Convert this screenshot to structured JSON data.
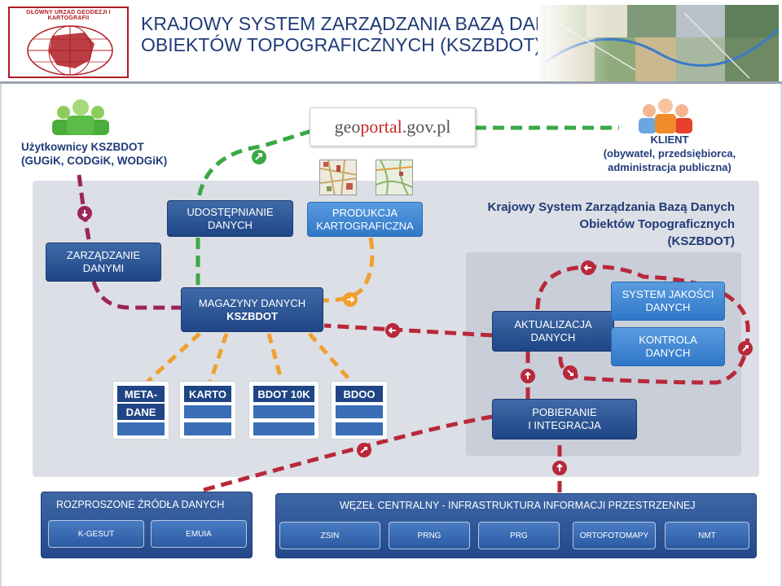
{
  "logo": {
    "text": "GŁÓWNY URZĄD GEODEZJI I KARTOGRAFII"
  },
  "header": {
    "title_line1": "KRAJOWY SYSTEM ZARZĄDZANIA BAZĄ DANYCH",
    "title_line2": "OBIEKTÓW TOPOGRAFICZNYCH (KSZBDOT)"
  },
  "users": {
    "line1": "Użytkownicy KSZBDOT",
    "line2": "(GUGiK, CODGiK, WODGiK)"
  },
  "client": {
    "line1": "KLIENT",
    "line2": "(obywatel, przedsiębiorca,",
    "line3": "administracja publiczna)"
  },
  "geoportal": {
    "prefix": "geo",
    "portal": "portal",
    "suffix": ".gov.pl"
  },
  "system_title": {
    "line1": "Krajowy System Zarządzania Bazą Danych",
    "line2": "Obiektów Topograficznych",
    "line3": "(KSZBDOT)"
  },
  "boxes": {
    "udostepnianie": {
      "line1": "UDOSTĘPNIANIE",
      "line2": "DANYCH"
    },
    "produkcja": {
      "line1": "PRODUKCJA",
      "line2": "KARTOGRAFICZNA"
    },
    "zarzadzanie": {
      "line1": "ZARZĄDZANIE",
      "line2": "DANYMI"
    },
    "magazyny": {
      "line1": "MAGAZYNY DANYCH",
      "line2": "KSZBDOT"
    },
    "aktualizacja": {
      "line1": "AKTUALIZACJA",
      "line2": "DANYCH"
    },
    "system_jakosci": {
      "line1": "SYSTEM JAKOŚCI",
      "line2": "DANYCH"
    },
    "kontrola": {
      "line1": "KONTROLA",
      "line2": "DANYCH"
    },
    "pobieranie": {
      "line1": "POBIERANIE",
      "line2": "I INTEGRACJA"
    }
  },
  "databases": [
    {
      "line1": "META-",
      "line2": "DANE"
    },
    {
      "line1": "KARTO",
      "line2": ""
    },
    {
      "line1": "BDOT 10K",
      "line2": ""
    },
    {
      "line1": "BDOO",
      "line2": ""
    }
  ],
  "dispersed_sources": {
    "title": "ROZPROSZONE ŹRÓDŁA DANYCH",
    "items": [
      "K-GESUT",
      "EMUIA"
    ]
  },
  "central_node": {
    "title": "WĘZEŁ CENTRALNY - INFRASTRUKTURA INFORMACJI PRZESTRZENNEJ",
    "items": [
      "ZSIN",
      "PRNG",
      "PRG",
      "ORTOFOTOMAPY",
      "NMT"
    ]
  },
  "colors": {
    "navy": "#1f4585",
    "blue": "#2f78c8",
    "green_path": "#3aa845",
    "orange_path": "#f0a030",
    "red_path": "#b8283a",
    "purple_path": "#9b2459"
  }
}
